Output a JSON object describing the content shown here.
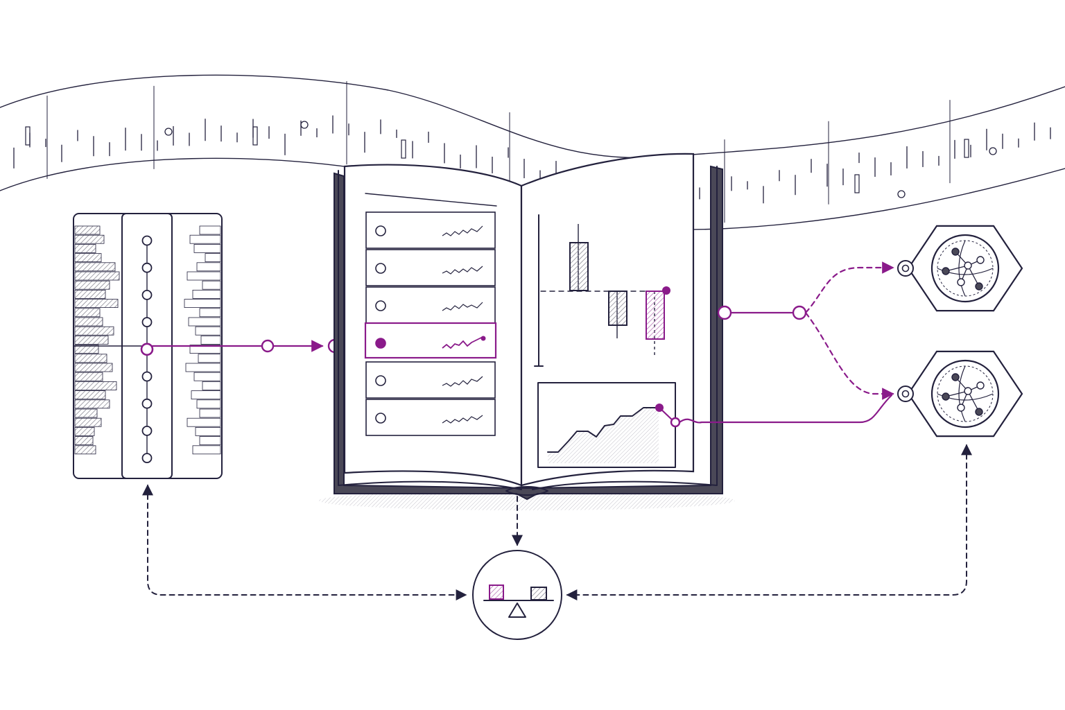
{
  "diagram": {
    "timeline_tape": {
      "has_text": false
    },
    "left_panel": {
      "stack_nodes": 9,
      "selected_index": 4
    },
    "book": {
      "left_page": {
        "row_count": 6,
        "selected_row": 3
      },
      "right_page": {
        "candles": 3,
        "highlight_candle": 2
      }
    },
    "hex_nodes": {
      "count": 2
    },
    "balance": {
      "has_text": false
    }
  },
  "colors": {
    "ink": "#23213d",
    "accent": "#8a1a8a",
    "hatch": "#8d8c96",
    "background": "#ffffff"
  },
  "icons": [
    "ruler-tape",
    "bar-stack",
    "open-book",
    "candlestick-chart",
    "area-chart",
    "globe-network-icon",
    "balance-scale-icon"
  ]
}
